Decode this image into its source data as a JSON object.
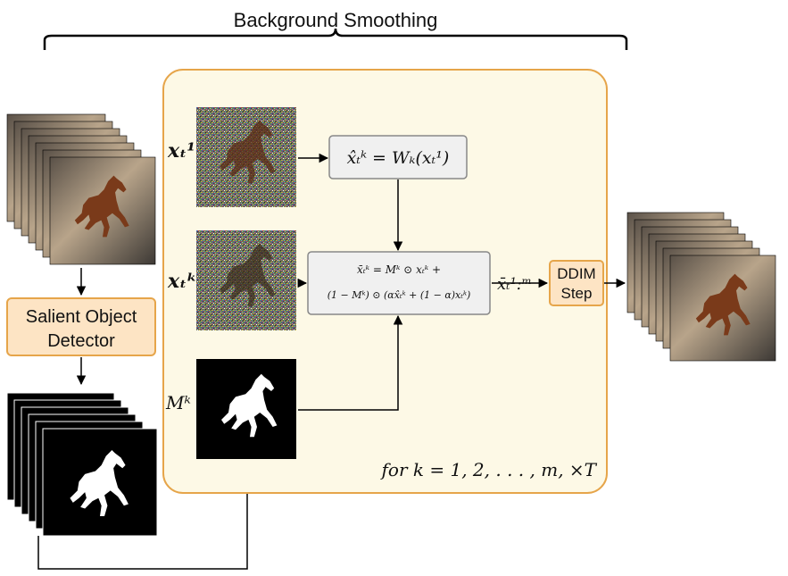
{
  "title": "Background Smoothing",
  "detector_label_line1": "Salient Object",
  "detector_label_line2": "Detector",
  "ddim_label_line1": "DDIM",
  "ddim_label_line2": "Step",
  "wk_formula": "x̂ₜᵏ = Wₖ(xₜ¹)",
  "blend_formula_line1": "x̄ₜᵏ = Mᵏ ⊙ xₜᵏ +",
  "blend_formula_line2": "(1 − Mᵏ) ⊙ (αx̂ₜᵏ + (1 − α)xₜᵏ)",
  "output_symbol": "x̄ₜ¹:ᵐ",
  "row_labels": {
    "first": "xₜ¹",
    "kth": "xₜᵏ",
    "mask": "Mᵏ"
  },
  "loop_caption": "for k = 1, 2, . . . , m,  ×T",
  "colors": {
    "panel_fill": "#fdf9e6",
    "panel_border": "#e6a54a",
    "orange_box_fill": "#fde4c4",
    "orange_box_border": "#e6a54a",
    "gray_box_fill": "#f0f0f0",
    "gray_box_border": "#888888"
  }
}
